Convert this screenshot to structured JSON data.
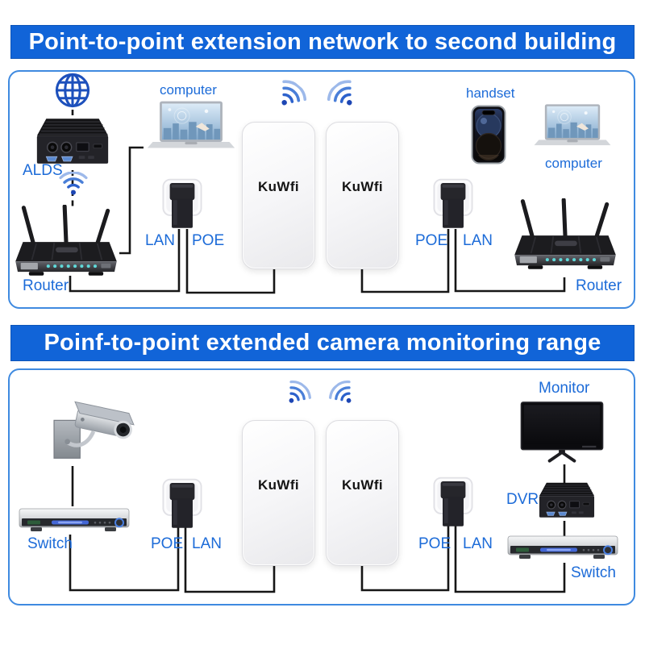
{
  "colors": {
    "banner_bg": "#1164d8",
    "panel_border": "#3f8ae0",
    "label_blue": "#1c6bd8",
    "wire_black": "#161616",
    "bridge_body": "#f6f6f8",
    "led_teal": "#5fd9d9",
    "wifi_dark": "#1d46b4",
    "wifi_light": "#9db9ea"
  },
  "icons": {
    "globe-icon": "circle-grid-globe",
    "wifi-icon": "three-arc-wifi-signal",
    "laptop-icon": "laptop-with-cityscape-screen",
    "mini-pc-icon": "black-fanless-mini-pc",
    "router-icon": "three-antenna-router",
    "poe-injector-icon": "wall-socket-power-adapter",
    "phone-icon": "smartphone",
    "camera-icon": "cctv-bullet-camera",
    "switch-icon": "slim-silver-switch-box",
    "monitor-icon": "widescreen-monitor"
  },
  "sections": [
    {
      "banner": "Point-to-point extension network to second building",
      "bridge_label": "KuWfi",
      "labels": {
        "alds": "ALDS",
        "computer_left": "computer",
        "lan_left": "LAN",
        "poe_left": "POE",
        "router_left": "Router",
        "handset": "handset",
        "poe_right": "POE",
        "lan_right": "LAN",
        "computer_right": "computer",
        "router_right": "Router"
      }
    },
    {
      "banner": "Poinf-to-point extended camera monitoring range",
      "bridge_label": "KuWfi",
      "labels": {
        "switch_left": "Switch",
        "poe_left": "POE",
        "lan_left": "LAN",
        "poe_right": "POE",
        "lan_right": "LAN",
        "monitor": "Monitor",
        "dvr": "DVR",
        "switch_right": "Switch"
      }
    }
  ]
}
